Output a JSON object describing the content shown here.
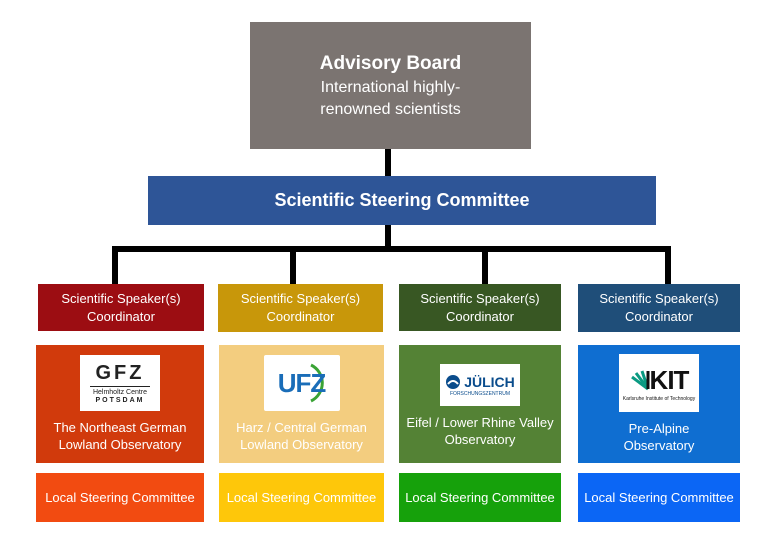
{
  "advisory_board": {
    "title": "Advisory Board",
    "subtitle": "International highly-renowned scientists"
  },
  "steering_committee": {
    "label": "Scientific Steering Committee"
  },
  "columns": [
    {
      "speaker_label": "Scientific Speaker(s) Coordinator",
      "observatory": "The Northeast German Lowland Observatory",
      "local": "Local Steering Committee",
      "logo": {
        "name": "gfz-logo",
        "word": "GFZ",
        "line1": "Helmholtz Centre",
        "line2": "POTSDAM"
      },
      "colors": {
        "speaker": "#9c0d12",
        "observatory": "#d13a0c",
        "local": "#f24b11"
      }
    },
    {
      "speaker_label": "Scientific Speaker(s) Coordinator",
      "observatory": "Harz / Central German Lowland Observatory",
      "local": "Local Steering Committee",
      "logo": {
        "name": "ufz-logo",
        "word": "UFZ"
      },
      "colors": {
        "speaker": "#c8970a",
        "observatory": "#f3cd7f",
        "local": "#fec70a"
      }
    },
    {
      "speaker_label": "Scientific Speaker(s) Coordinator",
      "observatory": "Eifel / Lower Rhine Valley Observatory",
      "local": "Local Steering Committee",
      "logo": {
        "name": "julich-logo",
        "word": "JÜLICH",
        "line1": "FORSCHUNGSZENTRUM"
      },
      "colors": {
        "speaker": "#385723",
        "observatory": "#548235",
        "local": "#16a10b"
      }
    },
    {
      "speaker_label": "Scientific Speaker(s) Coordinator",
      "observatory": "Pre-Alpine Observatory",
      "local": "Local Steering Committee",
      "logo": {
        "name": "kit-logo",
        "word": "KIT",
        "line1": "Karlsruhe Institute of Technology"
      },
      "colors": {
        "speaker": "#1f4e79",
        "observatory": "#0f6ed1",
        "local": "#0b66f5"
      }
    }
  ],
  "colors": {
    "advisory": "#7b7471",
    "steering": "#2e5597",
    "lines": "#000000"
  }
}
